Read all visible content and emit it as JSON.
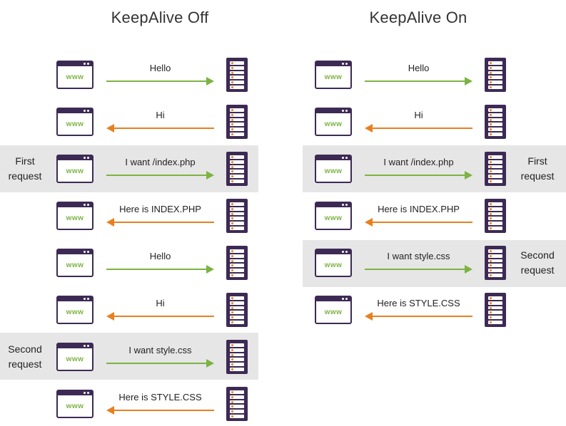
{
  "colors": {
    "request_arrow": "#7cb342",
    "response_arrow": "#e8801f",
    "icon_outline": "#3d2a54",
    "highlight_band": "#e6e6e6"
  },
  "icons": {
    "client": "browser-window-icon",
    "server": "server-rack-icon"
  },
  "panels": {
    "off": {
      "title": "KeepAlive Off",
      "highlight_labels": {
        "first": "First\nrequest",
        "second": "Second\nrequest"
      },
      "messages": [
        {
          "text": "Hello",
          "direction": "to-server"
        },
        {
          "text": "Hi",
          "direction": "to-client"
        },
        {
          "text": "I want /index.php",
          "direction": "to-server"
        },
        {
          "text": "Here is INDEX.PHP",
          "direction": "to-client"
        },
        {
          "text": "Hello",
          "direction": "to-server"
        },
        {
          "text": "Hi",
          "direction": "to-client"
        },
        {
          "text": "I want style.css",
          "direction": "to-server"
        },
        {
          "text": "Here is STYLE.CSS",
          "direction": "to-client"
        }
      ]
    },
    "on": {
      "title": "KeepAlive On",
      "highlight_labels": {
        "first": "First\nrequest",
        "second": "Second\nrequest"
      },
      "messages": [
        {
          "text": "Hello",
          "direction": "to-server"
        },
        {
          "text": "Hi",
          "direction": "to-client"
        },
        {
          "text": "I want /index.php",
          "direction": "to-server"
        },
        {
          "text": "Here is INDEX.PHP",
          "direction": "to-client"
        },
        {
          "text": "I want style.css",
          "direction": "to-server"
        },
        {
          "text": "Here is STYLE.CSS",
          "direction": "to-client"
        }
      ]
    }
  },
  "browser_label": "www"
}
